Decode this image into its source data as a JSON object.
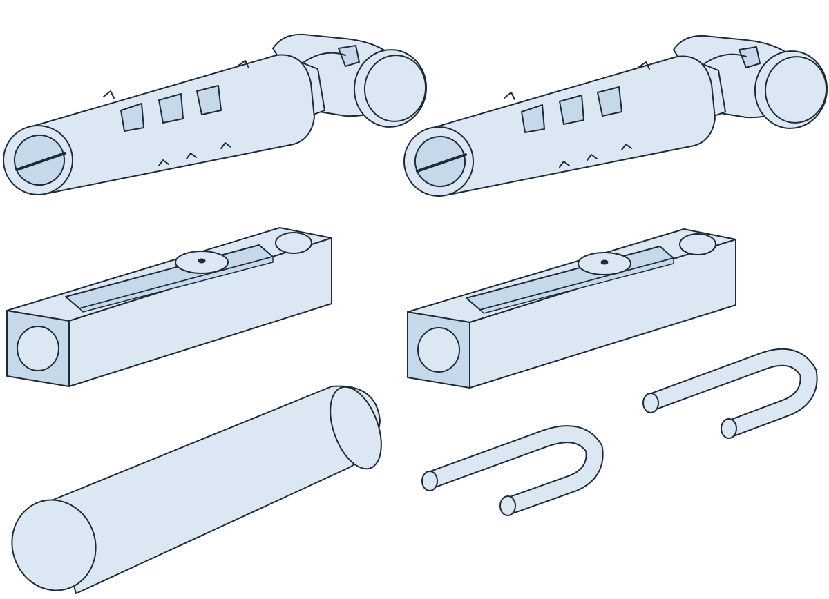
{
  "diagram": {
    "style": "line-art product illustration",
    "parts": [
      {
        "id": "hinge-left",
        "kind": "hinge-pin-with-knuckle"
      },
      {
        "id": "hinge-right",
        "kind": "hinge-pin-with-knuckle"
      },
      {
        "id": "bar-block-left",
        "kind": "rectangular-block"
      },
      {
        "id": "bar-block-right",
        "kind": "rectangular-block"
      },
      {
        "id": "round-rod",
        "kind": "cylinder-rod"
      },
      {
        "id": "u-clip-upper",
        "kind": "u-shaped-wire-clip"
      },
      {
        "id": "u-clip-lower",
        "kind": "u-shaped-wire-clip"
      }
    ]
  },
  "colors": {
    "fill": "#dbe8f4",
    "fill_shade": "#c6d9eb",
    "stroke": "#1e2a36",
    "background": "#ffffff"
  }
}
